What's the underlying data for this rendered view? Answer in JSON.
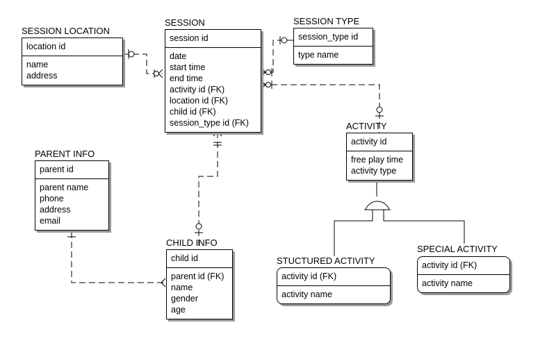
{
  "diagram": {
    "entities": {
      "session_location": {
        "title": "SESSION LOCATION",
        "pk": [
          "location id"
        ],
        "attrs": [
          "name",
          "address"
        ]
      },
      "session": {
        "title": "SESSION",
        "pk": [
          "session id"
        ],
        "attrs": [
          "date",
          "start time",
          "end time",
          "activity id (FK)",
          "location id (FK)",
          "child id (FK)",
          "session_type id (FK)"
        ]
      },
      "session_type": {
        "title": "SESSION TYPE",
        "pk": [
          "session_type id"
        ],
        "attrs": [
          "type name"
        ]
      },
      "activity": {
        "title": "ACTIVITY",
        "pk": [
          "activity id"
        ],
        "attrs": [
          "free play time",
          "activity type"
        ]
      },
      "parent_info": {
        "title": "PARENT INFO",
        "pk": [
          "parent id"
        ],
        "attrs": [
          "parent name",
          "phone",
          "address",
          "email"
        ]
      },
      "child_info": {
        "title": "CHILD INFO",
        "pk": [
          "child id"
        ],
        "attrs": [
          "parent id (FK)",
          "name",
          "gender",
          "age"
        ]
      },
      "structured_activity": {
        "title": "STUCTURED ACTIVITY",
        "pk": [
          "activity id (FK)"
        ],
        "attrs": [
          "activity name"
        ]
      },
      "special_activity": {
        "title": "SPECIAL ACTIVITY",
        "pk": [
          "activity id (FK)"
        ],
        "attrs": [
          "activity name"
        ]
      }
    },
    "relationships": [
      {
        "from": "session_location",
        "to": "session",
        "line": "dashed",
        "from_end": "zero-or-one",
        "to_end": "zero-or-many"
      },
      {
        "from": "session_type",
        "to": "session",
        "line": "dashed",
        "from_end": "zero-or-one",
        "to_end": "zero-or-many"
      },
      {
        "from": "activity",
        "to": "session",
        "line": "dashed",
        "from_end": "zero-or-one",
        "to_end": "zero-or-many"
      },
      {
        "from": "child_info",
        "to": "session",
        "line": "dashed",
        "from_end": "zero-or-one",
        "to_end": "one-or-many"
      },
      {
        "from": "parent_info",
        "to": "child_info",
        "line": "dashed",
        "from_end": "one",
        "to_end": "many"
      },
      {
        "from": "activity",
        "to": "structured_activity",
        "line": "solid",
        "kind": "subtype"
      },
      {
        "from": "activity",
        "to": "special_activity",
        "line": "solid",
        "kind": "subtype"
      }
    ]
  }
}
